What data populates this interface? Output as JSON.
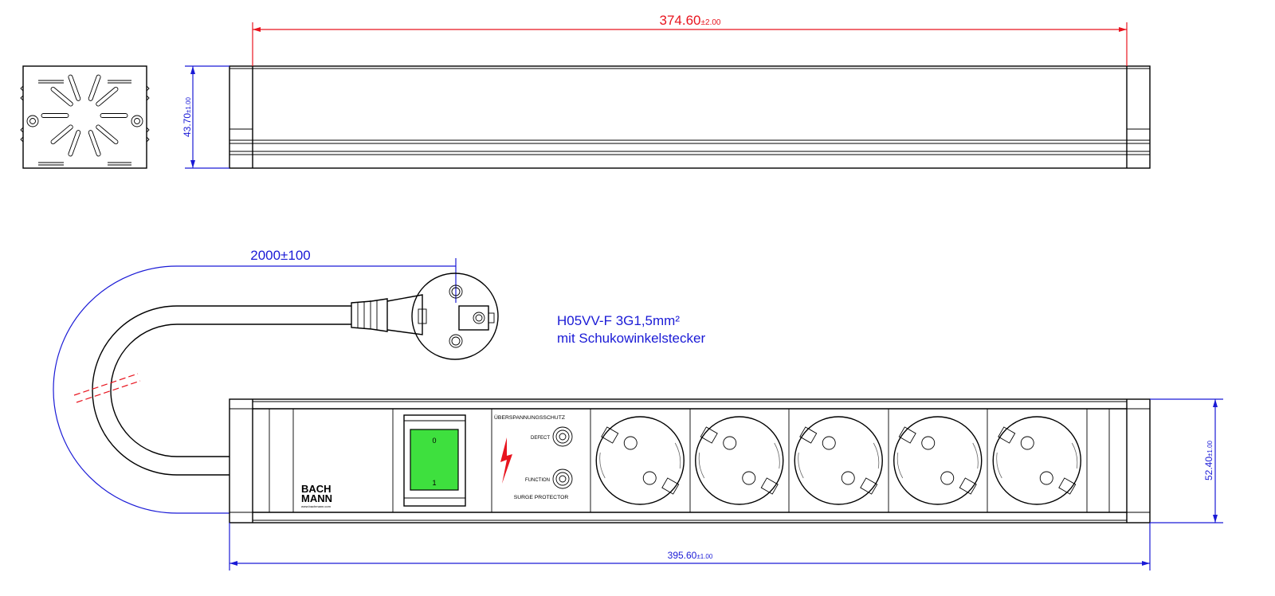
{
  "dimensions": {
    "length_top": {
      "value": "374.60",
      "tolerance": "±2.00"
    },
    "height_side": {
      "value": "43.70",
      "tolerance": "±1.00"
    },
    "cable_length": {
      "value": "2000±100"
    },
    "height_front": {
      "value": "52.40",
      "tolerance": "±1.00"
    },
    "length_bottom": {
      "value": "395.60",
      "tolerance": "±1.00"
    }
  },
  "cable_spec": {
    "line1": "H05VV-F 3G1,5mm²",
    "line2": "mit Schukowinkelstecker"
  },
  "brand": {
    "name_line1": "BACH",
    "name_line2": "MANN",
    "url": "www.bachmann.com"
  },
  "switch": {
    "label_off": "0",
    "label_on": "1"
  },
  "surge": {
    "title_de": "ÜBERSPANNUNGSSCHUTZ",
    "defect": "DEFECT",
    "function": "FUNCTION",
    "title_en": "SURGE PROTECTOR"
  },
  "colors": {
    "dimension_red": "#e8141e",
    "dimension_blue": "#1a1ad6",
    "switch_green": "#3ee03e"
  },
  "socket_count": 5
}
